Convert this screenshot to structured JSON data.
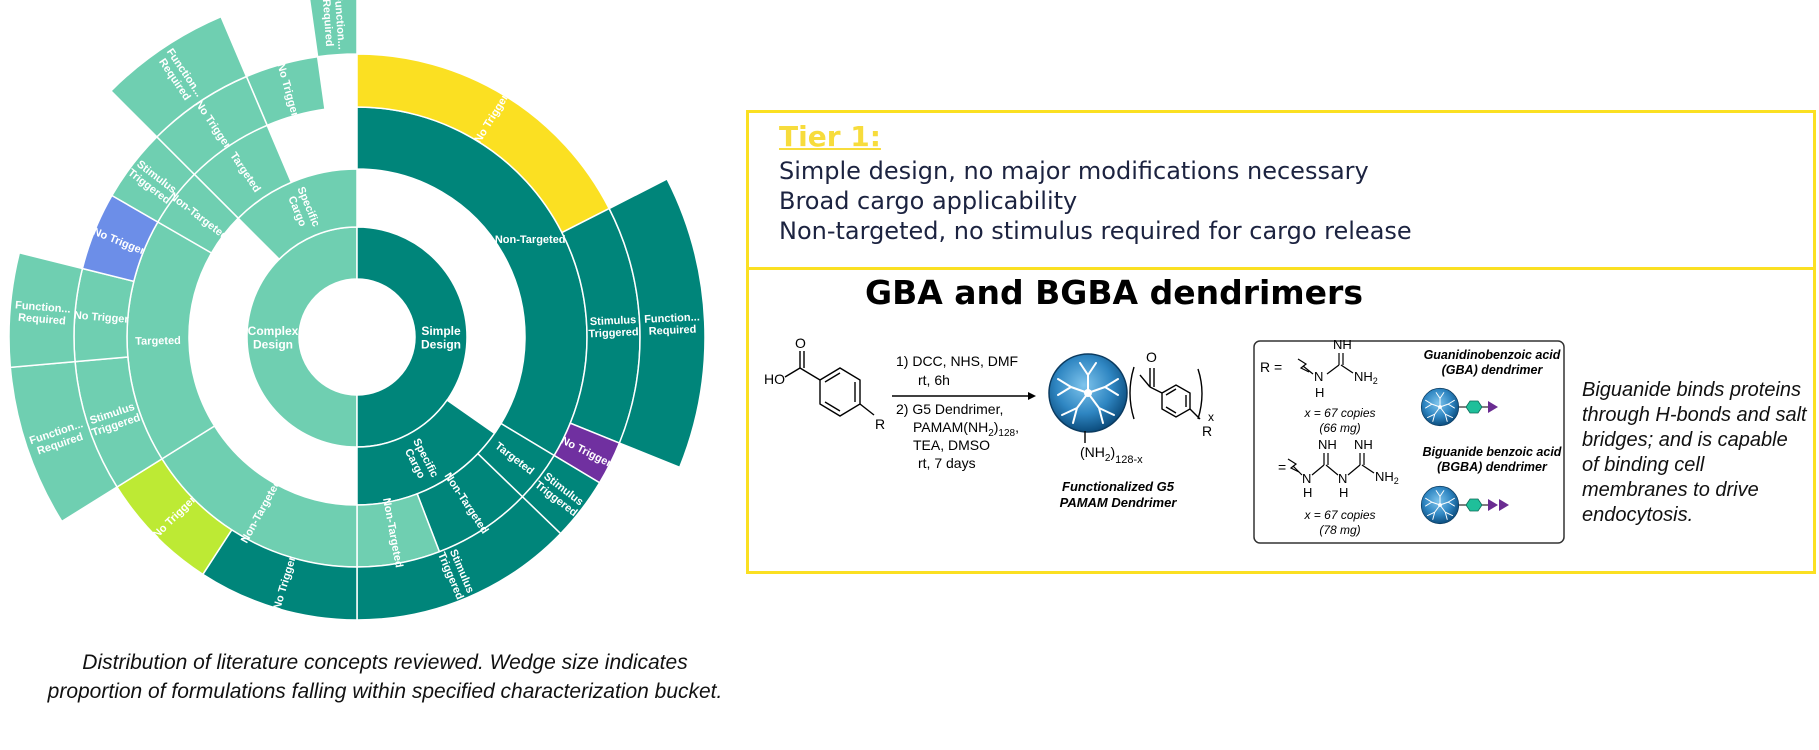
{
  "sunburst": {
    "colors": {
      "light": "#6fcfb1",
      "dark": "#00857a",
      "yellow": "#fbe022",
      "lime": "#bdea34",
      "blue": "#6c8ee8",
      "purple": "#7030a0",
      "stroke": "#ffffff"
    },
    "center_label": "",
    "ring1": [
      {
        "label": "Complex Design",
        "color_key": "light"
      },
      {
        "label": "Simple Design",
        "color_key": "dark"
      }
    ],
    "ring2": [
      {
        "label": "Specific Cargo",
        "color_key": "light"
      },
      {
        "label": "Specific Cargo",
        "color_key": "dark"
      }
    ],
    "ring3": [
      {
        "label": "Targeted",
        "color_key": "light"
      },
      {
        "label": "Non-Targeted",
        "color_key": "dark"
      },
      {
        "label": "Targeted",
        "color_key": "dark"
      },
      {
        "label": "Non-Targeted",
        "color_key": "dark"
      },
      {
        "label": "Non-Targeted",
        "color_key": "light"
      },
      {
        "label": "Non-Targeted",
        "color_key": "light"
      },
      {
        "label": "Targeted",
        "color_key": "light"
      },
      {
        "label": "Non-Targeted",
        "color_key": "light"
      }
    ],
    "ring4": [
      {
        "label": "No Trigger",
        "color_key": "light"
      },
      {
        "label": "No Trigger",
        "color_key": "yellow"
      },
      {
        "label": "Stimulus Triggered",
        "color_key": "dark"
      },
      {
        "label": "No Trigger",
        "color_key": "purple"
      },
      {
        "label": "Stimulus Triggered",
        "color_key": "dark"
      },
      {
        "label": "Stimulus Triggered",
        "color_key": "dark"
      },
      {
        "label": "No Trigger",
        "color_key": "dark"
      },
      {
        "label": "No Trigger",
        "color_key": "lime"
      },
      {
        "label": "Stimulus Triggered",
        "color_key": "light"
      },
      {
        "label": "No Trigger",
        "color_key": "light"
      },
      {
        "label": "No Trigger",
        "color_key": "blue"
      },
      {
        "label": "Stimulus Triggered",
        "color_key": "light"
      },
      {
        "label": "No Trigger",
        "color_key": "light"
      }
    ],
    "ring5": [
      {
        "label": "Function... Required",
        "color_key": "light"
      },
      {
        "label": "Function... Required",
        "color_key": "dark"
      },
      {
        "label": "Function... Required",
        "color_key": "light"
      },
      {
        "label": "Function... Required",
        "color_key": "light"
      },
      {
        "label": "Function... Required",
        "color_key": "light"
      }
    ]
  },
  "caption": {
    "line1": "Distribution of literature concepts reviewed.  Wedge size indicates",
    "line2": "proportion of formulations falling within specified characterization  bucket."
  },
  "tier": {
    "title": "Tier 1:",
    "lines": [
      "Simple design, no major modifications necessary",
      "Broad cargo applicability",
      "Non-targeted, no stimulus required for cargo release"
    ],
    "heading": "GBA and BGBA dendrimers"
  },
  "scheme": {
    "acid_labels": {
      "oxygen": "O",
      "hydroxyl": "HO",
      "r_group": "R"
    },
    "conditions_top": [
      "1) DCC, NHS, DMF",
      "rt, 6h"
    ],
    "conditions_bottom": [
      "2) G5 Dendrimer,",
      "PAMAM(NH",
      "2",
      ")",
      "128",
      ",",
      "TEA, DMSO",
      "rt, 7 days"
    ],
    "product_labels": {
      "oxygen": "O",
      "x": "x",
      "r_group": "R",
      "amine": "(NH",
      "amine_sub": "2",
      "amine_close": ")",
      "amine_count": "128-x"
    },
    "product_name": [
      "Functionalized G5",
      "PAMAM Dendrimer"
    ],
    "r_box": {
      "r_equals": "R =",
      "equals": "=",
      "gba_atoms": {
        "nh": "NH",
        "h": "H",
        "n": "N",
        "nh2": "NH",
        "sub2": "2"
      },
      "gba_copies": "x = 67 copies",
      "gba_mass": "(66 mg)",
      "gba_name": [
        "Guanidinobenzoic acid",
        "(GBA) dendrimer"
      ],
      "bgba_atoms": {
        "nh_a": "NH",
        "nh_b": "NH",
        "n_a": "N",
        "n_b": "N",
        "h_a": "H",
        "h_b": "H",
        "nh2": "NH",
        "sub2": "2"
      },
      "bgba_copies": "x = 67 copies",
      "bgba_mass": "(78 mg)",
      "bgba_name": [
        "Biguanide benzoic acid",
        "(BGBA) dendrimer"
      ]
    },
    "note": "Biguanide binds proteins through H-bonds and salt bridges; and is capable of binding cell membranes to drive endocytosis."
  }
}
